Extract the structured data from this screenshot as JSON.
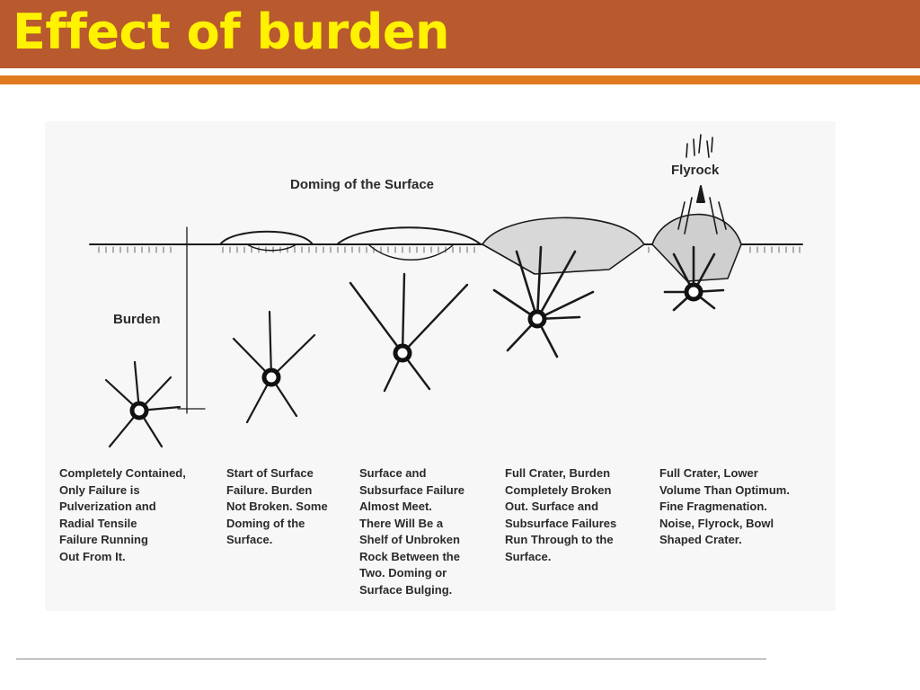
{
  "slide": {
    "title": "Effect of burden"
  },
  "diagram": {
    "labels": {
      "doming": "Doming of the Surface",
      "flyrock": "Flyrock",
      "burden": "Burden"
    },
    "captions": [
      "Completely Contained,\nOnly Failure is\nPulverization and\nRadial Tensile\nFailure Running\nOut From It.",
      "Start of Surface\nFailure. Burden\nNot Broken. Some\nDoming of the\nSurface.",
      "Surface and\nSubsurface Failure\nAlmost Meet.\nThere Will Be a\nShelf of Unbroken\nRock Between the\nTwo. Doming or\nSurface Bulging.",
      "Full Crater, Burden\nCompletely Broken\nOut. Surface and\nSubsurface Failures\nRun Through to the\nSurface.",
      "Full Crater, Lower\nVolume Than Optimum.\nFine Fragmenation.\nNoise, Flyrock, Bowl\nShaped Crater."
    ]
  },
  "colors": {
    "title_bar": "#b85a2e",
    "title_text": "#fff200",
    "accent_line": "#e07a1e"
  }
}
